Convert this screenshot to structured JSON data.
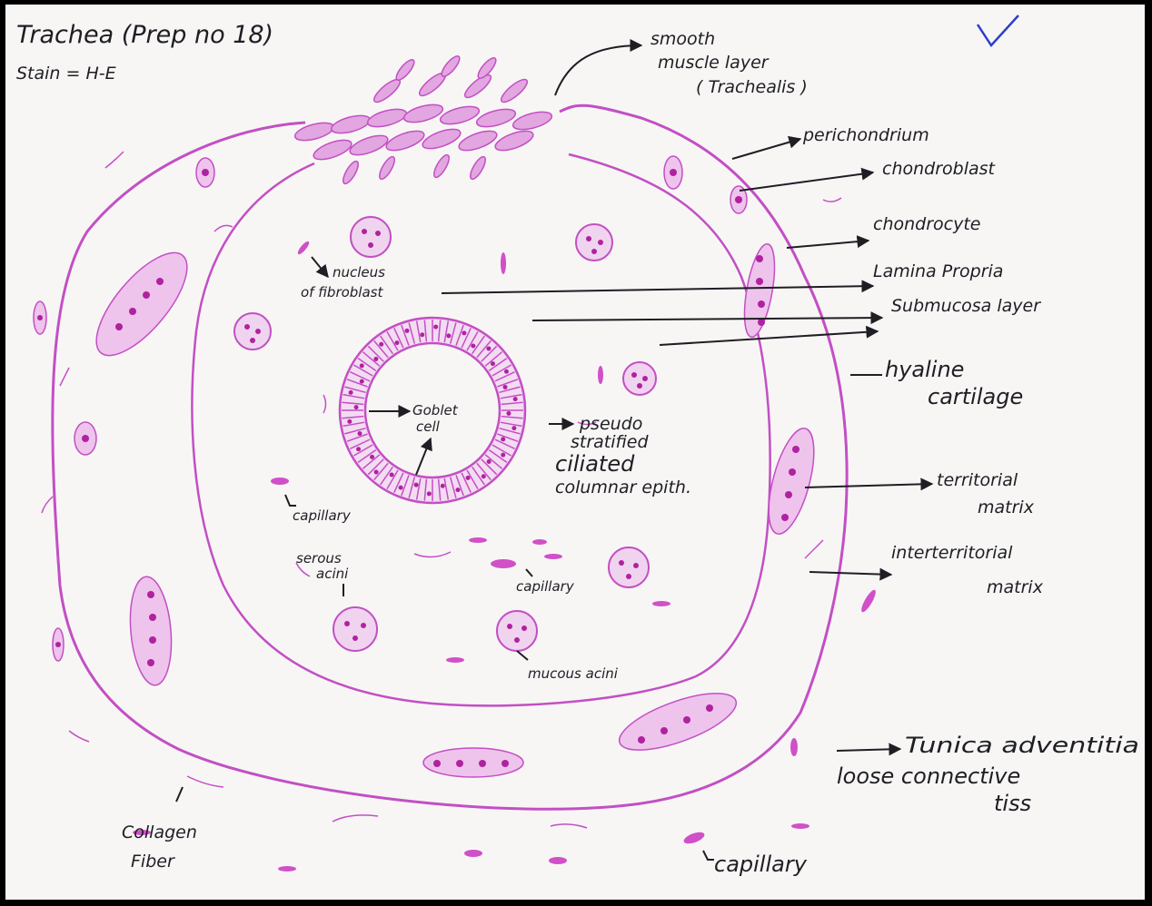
{
  "title": "Trachea (Prep no 18)",
  "stain": "Stain = H-E",
  "labels": {
    "smooth_muscle_1": "smooth",
    "smooth_muscle_2": "muscle layer",
    "smooth_muscle_3": "( Trachealis )",
    "perichondrium": "perichondrium",
    "chondroblast": "chondroblast",
    "chondrocyte": "chondrocyte",
    "lamina_propria": "Lamina Propria",
    "submucosa": "Submucosa layer",
    "hyaline_1": "hyaline",
    "hyaline_2": "cartilage",
    "territorial_1": "territorial",
    "territorial_2": "matrix",
    "interterritorial_1": "interterritorial",
    "interterritorial_2": "matrix",
    "adventitia_1": "Tunica adventitia",
    "adventitia_2": "loose connective",
    "adventitia_3": "tiss",
    "nucleus_1": "nucleus",
    "nucleus_2": "of fibroblast",
    "goblet_1": "Goblet",
    "goblet_2": "cell",
    "pseudo_1": "pseudo",
    "pseudo_2": "stratified",
    "pseudo_3": "ciliated",
    "pseudo_4": "columnar epith.",
    "capillary_left": "capillary",
    "serous_1": "serous",
    "serous_2": "acini",
    "capillary_mid": "capillary",
    "mucous": "mucous acini",
    "collagen_1": "Collagen",
    "collagen_2": "Fiber",
    "capillary_bottom": "capillary"
  },
  "colors": {
    "stain_pink": "#c34fc4",
    "stain_light": "#e2a6e0",
    "stain_dark": "#b0229f",
    "ink": "#1e1e24",
    "check": "#2b3fc9"
  },
  "icons": {
    "check": "checkmark-icon"
  }
}
